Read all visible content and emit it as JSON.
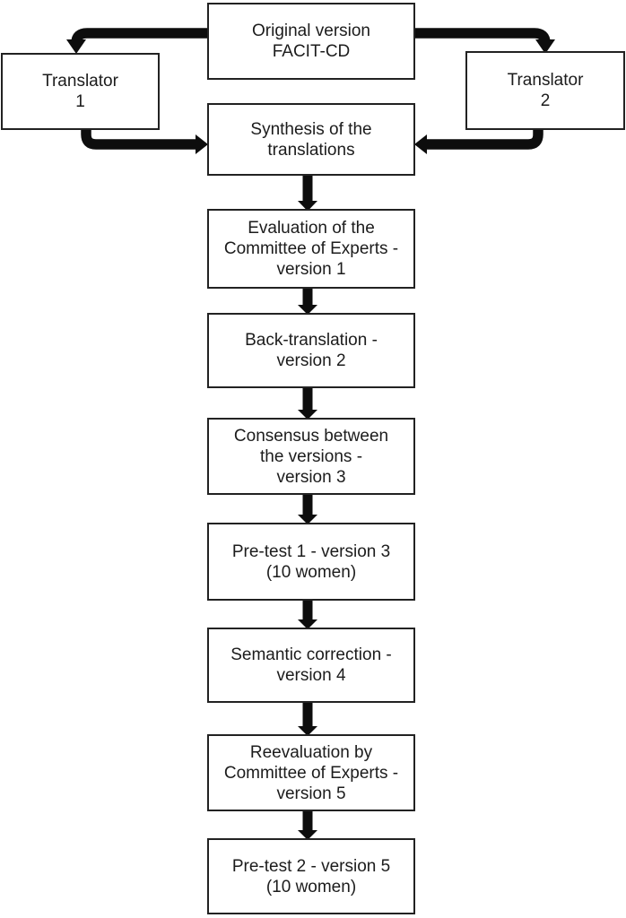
{
  "colors": {
    "background": "#ffffff",
    "box_fill": "#ffffff",
    "box_border": "#222222",
    "arrow": "#0d0d0d",
    "text": "#1c1c1c"
  },
  "flow": {
    "nodes": [
      {
        "id": "original-version",
        "lines": [
          "Original version",
          "FACIT-CD"
        ]
      },
      {
        "id": "translator-1",
        "lines": [
          "Translator",
          "1"
        ]
      },
      {
        "id": "translator-2",
        "lines": [
          "Translator",
          "2"
        ]
      },
      {
        "id": "synthesis",
        "lines": [
          "Synthesis of the",
          "translations"
        ]
      },
      {
        "id": "evaluation-committee",
        "lines": [
          "Evaluation of the",
          "Committee of Experts -",
          "version 1"
        ]
      },
      {
        "id": "back-translation",
        "lines": [
          "Back-translation -",
          "version 2"
        ]
      },
      {
        "id": "consensus",
        "lines": [
          "Consensus between",
          "the versions -",
          "version 3"
        ]
      },
      {
        "id": "pre-test-1",
        "lines": [
          "Pre-test 1 - version 3",
          "(10 women)"
        ]
      },
      {
        "id": "semantic-correction",
        "lines": [
          "Semantic correction -",
          "version 4"
        ]
      },
      {
        "id": "reevaluation",
        "lines": [
          "Reevaluation by",
          "Committee of Experts -",
          "version 5"
        ]
      },
      {
        "id": "pre-test-2",
        "lines": [
          "Pre-test 2 - version 5",
          "(10 women)"
        ]
      }
    ],
    "edges": [
      {
        "from": "original-version",
        "to": "translator-1"
      },
      {
        "from": "original-version",
        "to": "translator-2"
      },
      {
        "from": "translator-1",
        "to": "synthesis"
      },
      {
        "from": "translator-2",
        "to": "synthesis"
      },
      {
        "from": "synthesis",
        "to": "evaluation-committee"
      },
      {
        "from": "evaluation-committee",
        "to": "back-translation"
      },
      {
        "from": "back-translation",
        "to": "consensus"
      },
      {
        "from": "consensus",
        "to": "pre-test-1"
      },
      {
        "from": "pre-test-1",
        "to": "semantic-correction"
      },
      {
        "from": "semantic-correction",
        "to": "reevaluation"
      },
      {
        "from": "reevaluation",
        "to": "pre-test-2"
      }
    ]
  }
}
